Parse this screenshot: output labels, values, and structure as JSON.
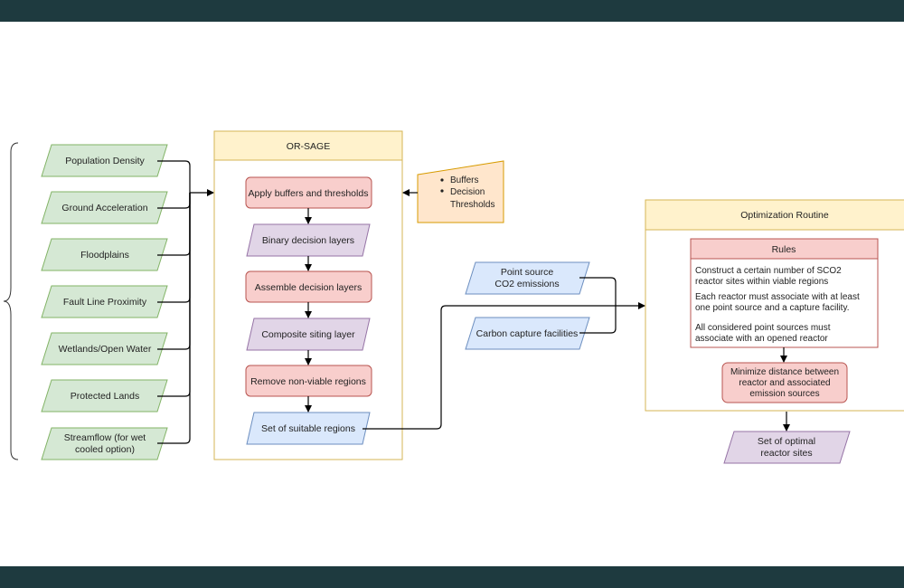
{
  "inputs": [
    "Population Density",
    "Ground Acceleration",
    "Floodplains",
    "Fault Line Proximity",
    "Wetlands/Open Water",
    "Protected Lands",
    "Streamflow (for wet",
    "cooled option)"
  ],
  "or_sage": {
    "title": "OR-SAGE",
    "steps": [
      "Apply buffers and thresholds",
      "Binary decision layers",
      "Assemble decision layers",
      "Composite siting layer",
      "Remove non-viable regions",
      "Set of suitable regions"
    ]
  },
  "manual_input": {
    "items": [
      "Buffers",
      "Decision",
      "Thresholds"
    ]
  },
  "point_source": {
    "line1": "Point source",
    "line2": "CO2 emissions"
  },
  "capture": {
    "label": "Carbon capture facilities"
  },
  "optimization": {
    "title": "Optimization Routine",
    "rules_title": "Rules",
    "rules": [
      "Construct a certain number of SCO2",
      "reactor sites within viable regions",
      "Each reactor must associate with at least",
      "one point source and a capture facility.",
      "All considered point sources must",
      "associate with an opened reactor"
    ],
    "objective": [
      "Minimize distance between",
      "reactor and associated",
      "emission sources"
    ]
  },
  "output": {
    "line1": "Set of optimal",
    "line2": "reactor sites"
  },
  "colors": {
    "band": "#1e3a3f",
    "green_fill": "#d5e8d4",
    "green_stroke": "#82b366",
    "yellow_fill": "#fff2cc",
    "yellow_stroke": "#d6b656",
    "red_fill": "#f8cecc",
    "red_stroke": "#b85450",
    "purple_fill": "#e1d5e7",
    "purple_stroke": "#9673a6",
    "blue_fill": "#dae8fc",
    "blue_stroke": "#6c8ebf",
    "orange_fill": "#ffe6cc",
    "orange_stroke": "#d79b00"
  }
}
